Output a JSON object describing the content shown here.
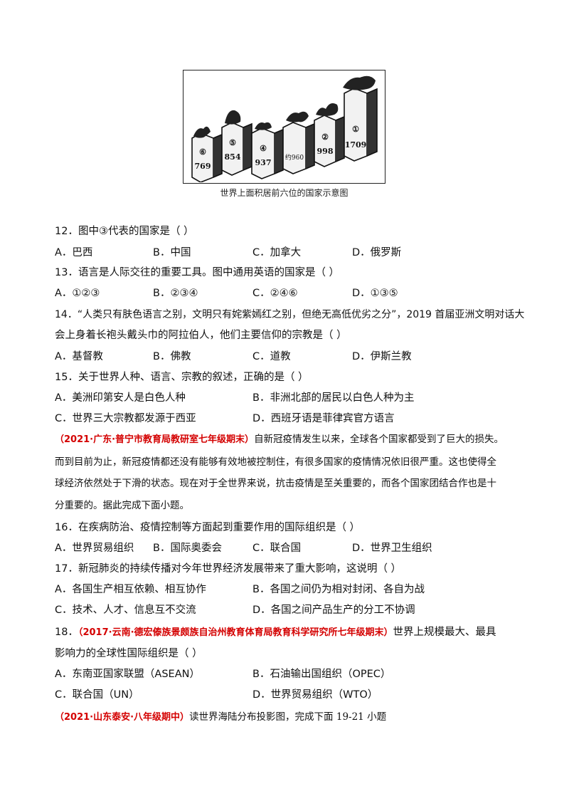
{
  "figure": {
    "caption": "世界上面积居前六位的国家示意图",
    "columns": [
      {
        "rank": "⑥",
        "value": "769"
      },
      {
        "rank": "⑤",
        "value": "854"
      },
      {
        "rank": "④",
        "value": "937"
      },
      {
        "rank": "",
        "value": "约960"
      },
      {
        "rank": "②",
        "value": "998"
      },
      {
        "rank": "①",
        "value": "1709"
      }
    ]
  },
  "q12": {
    "stem": "12．图中③代表的国家是（   ）",
    "a": "A．巴西",
    "b": "B．中国",
    "c": "C．加拿大",
    "d": "D．俄罗斯"
  },
  "q13": {
    "stem": "13．语言是人际交往的重要工具。图中通用英语的国家是（   ）",
    "a": "A．①②③",
    "b": "B．②③④",
    "c": "C．②④⑥",
    "d": "D．①③⑤"
  },
  "q14": {
    "line1": "14．“人类只有肤色语言之别，文明只有姹紫嫣红之别，但绝无高低优劣之分”，2019 首届亚洲文明对话大",
    "line2": "会上身着长袍头戴头巾的阿拉伯人，他们主要信仰的宗教是（   ）",
    "a": "A．基督教",
    "b": "B．佛教",
    "c": "C．道教",
    "d": "D．伊斯兰教"
  },
  "q15": {
    "stem": "15．关于世界人种、语言、宗教的叙述，正确的是（   ）",
    "a": "A．美洲印第安人是白色人种",
    "b": "B．非洲北部的居民以白色人种为主",
    "c": "C．世界三大宗教都发源于西亚",
    "d": "D．西班牙语是菲律宾官方语言"
  },
  "passage1": {
    "source": "（2021·广东·普宁市教育局教研室七年级期末）",
    "line1": "自新冠疫情发生以来，全球各个国家都受到了巨大的损失。",
    "line2": "而到目前为止，新冠疫情都还没有能够有效地被控制住，有很多国家的疫情情况依旧很严重。这也使得全",
    "line3": "球经济依然处于下滑的状态。现在对于全世界来说，抗击疫情是至关重要的，而各个国家团结合作也是十",
    "line4": "分重要的。据此完成下面小题。"
  },
  "q16": {
    "stem": "16．在疾病防治、疫情控制等方面起到重要作用的国际组织是（   ）",
    "a": "A．世界贸易组织",
    "b": "B．国际奥委会",
    "c": "C．联合国",
    "d": "D．世界卫生组织"
  },
  "q17": {
    "stem": "17．新冠肺炎的持续传播对今年世界经济发展带来了重大影响，这说明（   ）",
    "a": "A．各国生产相互依赖、相互协作",
    "b": "B．各国之间仍为相对封闭、各自为战",
    "c": "C．技术、人才、信息互不交流",
    "d": "D．各国之间产品生产的分工不协调"
  },
  "q18": {
    "num": "18．",
    "source": "（2017·云南·德宏傣族景颇族自治州教育体育局教育科学研究所七年级期末）",
    "tail": "世界上规模最大、最具",
    "line2": "影响力的全球性国际组织是（   ）",
    "a": "A．东南亚国家联盟（ASEAN）",
    "b": "B．石油输出国组织（OPEC）",
    "c": "C．联合国（UN）",
    "d": "D．世界贸易组织（WTO）"
  },
  "passage2": {
    "source": "（2021·山东泰安·八年级期中）",
    "text": "读世界海陆分布投影图，完成下面 19-21 小题"
  },
  "colors": {
    "source_red": "#d40000"
  }
}
